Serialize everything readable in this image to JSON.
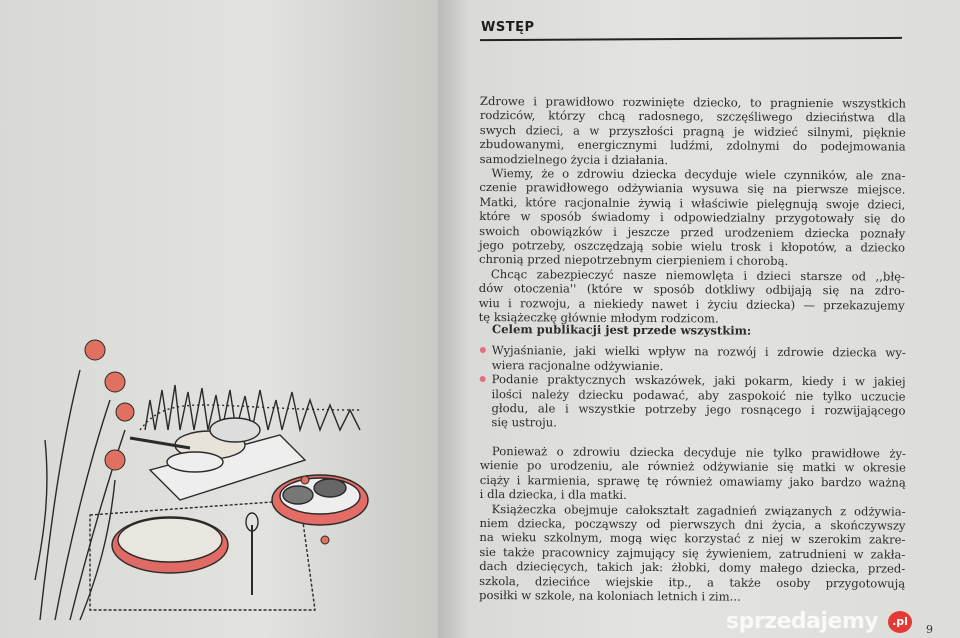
{
  "heading": "WSTĘP",
  "intro": [
    [
      "Zdrowe i prawidłowo rozwinięte dziecko, to pragnienie wszystkich",
      "rodziców, którzy chcą radosnego, szczęśliwego dzieciństwa dla",
      "swych dzieci, a w przyszłości pragną je widzieć silnymi, pięknie",
      "zbudowanymi, energicznymi ludźmi, zdolnymi do podejmowania",
      "samodzielnego życia i działania."
    ],
    [
      "Wiemy, że o zdrowiu dziecka decyduje wiele czynników, ale zna-",
      "czenie prawidłowego odżywiania wysuwa się na pierwsze miejsce.",
      "Matki, które racjonalnie żywią i właściwie pielęgnują swoje dzieci,",
      "które w sposób świadomy i odpowiedzialny przygotowały się do",
      "swoich obowiązków i jeszcze przed urodzeniem dziecka poznały",
      "jego potrzeby, oszczędzają sobie wielu trosk i kłopotów, a dziecko",
      "chronią przed niepotrzebnym cierpieniem i chorobą."
    ],
    [
      "Chcąc zabezpieczyć nasze niemowlęta i dzieci starsze od ,,błę-",
      "dów otoczenia'' (które w sposób dotkliwy odbijają się na zdro-",
      "wiu i rozwoju, a niekiedy nawet i życiu dziecka) — przekazujemy",
      "tę książeczkę głównie młodym rodzicom."
    ]
  ],
  "goals_heading": "Celem publikacji jest przede wszystkim:",
  "goals": [
    [
      "Wyjaśnianie, jaki wielki wpływ na rozwój i zdrowie dziecka wy-",
      "wiera racjonalne odżywianie."
    ],
    [
      "Podanie praktycznych wskazówek, jaki pokarm, kiedy i w jakiej",
      "ilości należy dziecku podawać, aby zaspokoić nie tylko uczucie",
      "głodu, ale i wszystkie potrzeby jego rosnącego i rozwijającego",
      "się ustroju."
    ]
  ],
  "closing": [
    [
      "Ponieważ o zdrowiu dziecka decyduje nie tylko prawidłowe ży-",
      "wienie po urodzeniu, ale również odżywianie się matki w okresie",
      "ciąży i karmienia, sprawę tę również omawiamy jako bardzo ważną",
      "i dla dziecka, i dla matki."
    ],
    [
      "Książeczka obejmuje całokształt zagadnień związanych z odżywia-",
      "niem dziecka, począwszy od pierwszych dni życia, a skończywszy",
      "na wieku szkolnym, mogą więc korzystać z niej w szerokim zakre-",
      "sie także pracownicy zajmujący się żywieniem, zatrudnieni w zakła-",
      "dach dziecięcych, takich jak: żłobki, domy małego dziecka, przed-",
      "szkola, dziecińce wiejskie itp., a także osoby przygotowują",
      "posiłki w szkole, na koloniach letnich i zim..."
    ]
  ],
  "page_number": "9",
  "watermark": "sprzedajemy",
  "watermark_badge": ".pl",
  "accent_color": "#e0707a"
}
